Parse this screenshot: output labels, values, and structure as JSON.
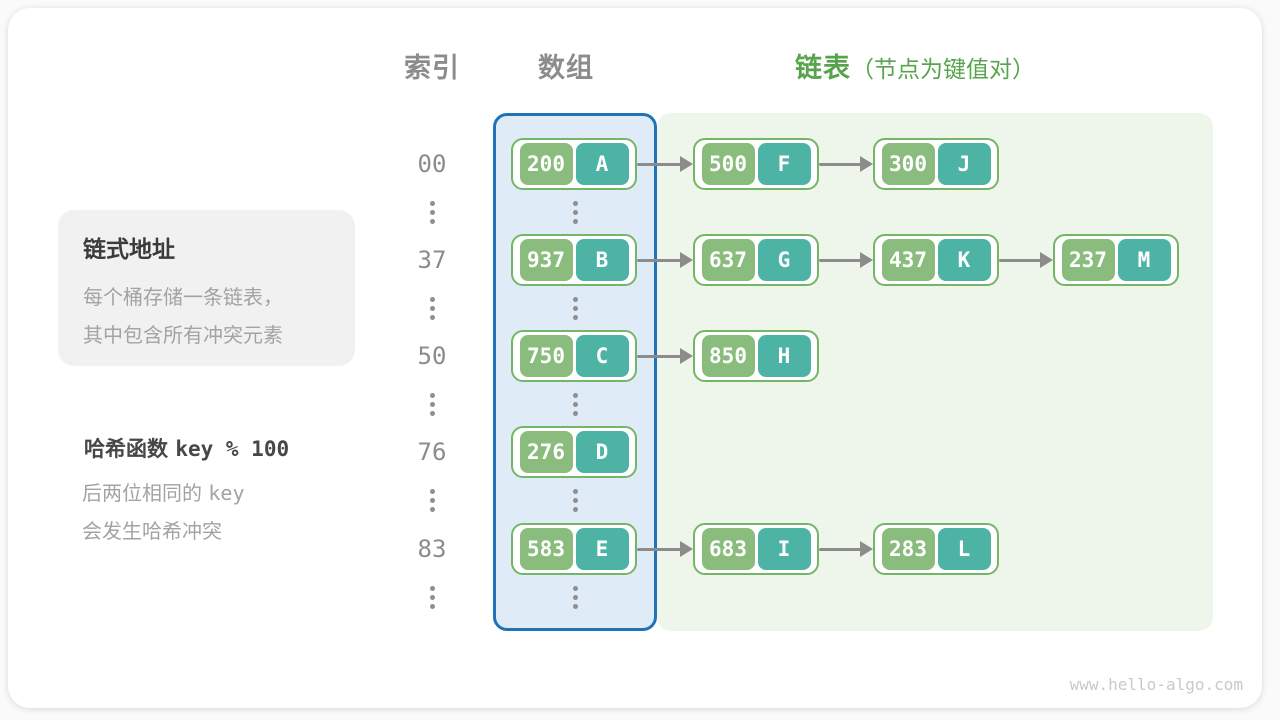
{
  "header": {
    "index_label": "索引",
    "array_label": "数组",
    "list_label": "链表",
    "list_note": "（节点为键值对）"
  },
  "info_box": {
    "title": "链式地址",
    "line1": "每个桶存储一条链表，",
    "line2": "其中包含所有冲突元素"
  },
  "hash_note": {
    "title_prefix": "哈希函数",
    "title_code": "key % 100",
    "line1_prefix": "后两位相同的",
    "line1_code": "key",
    "line2": "会发生哈希冲突"
  },
  "buckets": [
    {
      "index": "00",
      "chain": [
        {
          "key": "200",
          "value": "A"
        },
        {
          "key": "500",
          "value": "F"
        },
        {
          "key": "300",
          "value": "J"
        }
      ]
    },
    {
      "index": "37",
      "chain": [
        {
          "key": "937",
          "value": "B"
        },
        {
          "key": "637",
          "value": "G"
        },
        {
          "key": "437",
          "value": "K"
        },
        {
          "key": "237",
          "value": "M"
        }
      ]
    },
    {
      "index": "50",
      "chain": [
        {
          "key": "750",
          "value": "C"
        },
        {
          "key": "850",
          "value": "H"
        }
      ]
    },
    {
      "index": "76",
      "chain": [
        {
          "key": "276",
          "value": "D"
        }
      ]
    },
    {
      "index": "83",
      "chain": [
        {
          "key": "583",
          "value": "E"
        },
        {
          "key": "683",
          "value": "I"
        },
        {
          "key": "283",
          "value": "L"
        }
      ]
    }
  ],
  "watermark": "www.hello-algo.com",
  "colors": {
    "key_pill": "#8abd7d",
    "value_pill": "#4db3a5",
    "node_border": "#74b567",
    "array_fill": "#dfecf7",
    "array_border": "#2173b8",
    "list_panel_fill": "#eef6ec",
    "heading_gray": "#8c8c8c",
    "heading_green": "#58a44e",
    "arrow_gray": "#8c8c8c"
  }
}
